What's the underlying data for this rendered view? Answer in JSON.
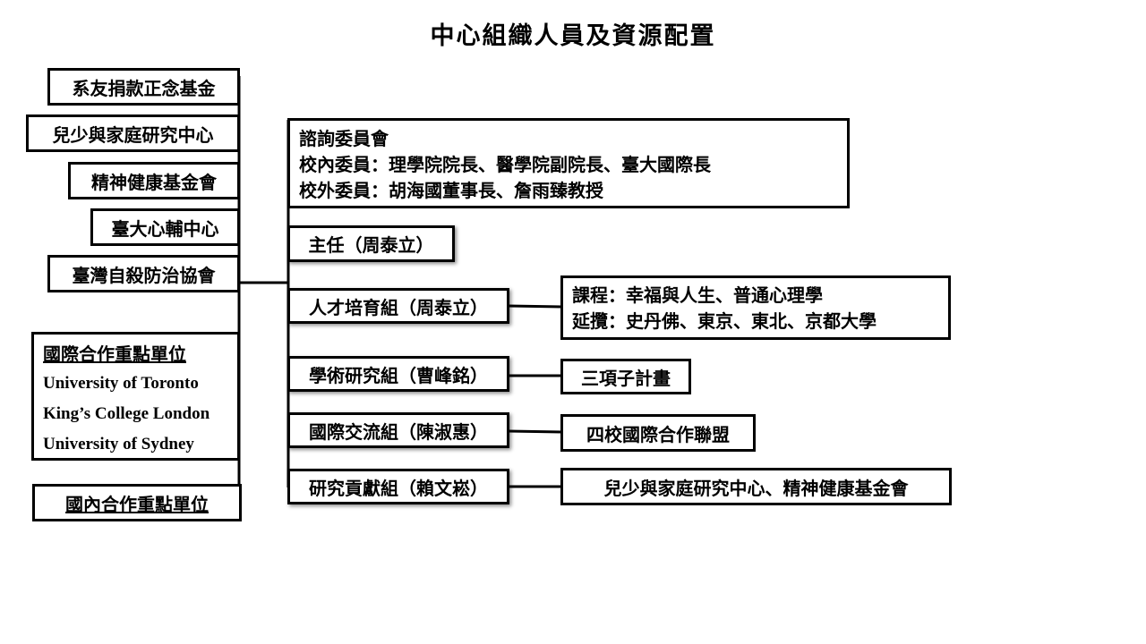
{
  "title": "中心組織人員及資源配置",
  "left_resources": [
    "系友捐款正念基金",
    "兒少與家庭研究中心",
    "精神健康基金會",
    "臺大心輔中心",
    "臺灣自殺防治協會"
  ],
  "international_partners": {
    "heading": "國際合作重點單位",
    "universities": [
      "University  of Toronto",
      "King’s College London",
      "University  of Sydney"
    ]
  },
  "domestic_partners": {
    "heading": "國內合作重點單位"
  },
  "advisory_committee": {
    "lines": [
      "諮詢委員會",
      "校內委員：理學院院長、醫學院副院長、臺大國際長",
      "校外委員：胡海國董事長、詹雨臻教授"
    ]
  },
  "director": "主任（周泰立）",
  "divisions": [
    {
      "name": "人才培育組（周泰立）",
      "details": [
        "課程：幸福與人生、普通心理學",
        "延攬：史丹佛、東京、東北、京都大學"
      ]
    },
    {
      "name": "學術研究組（曹峰銘）",
      "details": [
        "三項子計畫"
      ]
    },
    {
      "name": "國際交流組（陳淑惠）",
      "details": [
        "四校國際合作聯盟"
      ]
    },
    {
      "name": "研究貢獻組（賴文崧）",
      "details": [
        "兒少與家庭研究中心、精神健康基金會"
      ]
    }
  ]
}
